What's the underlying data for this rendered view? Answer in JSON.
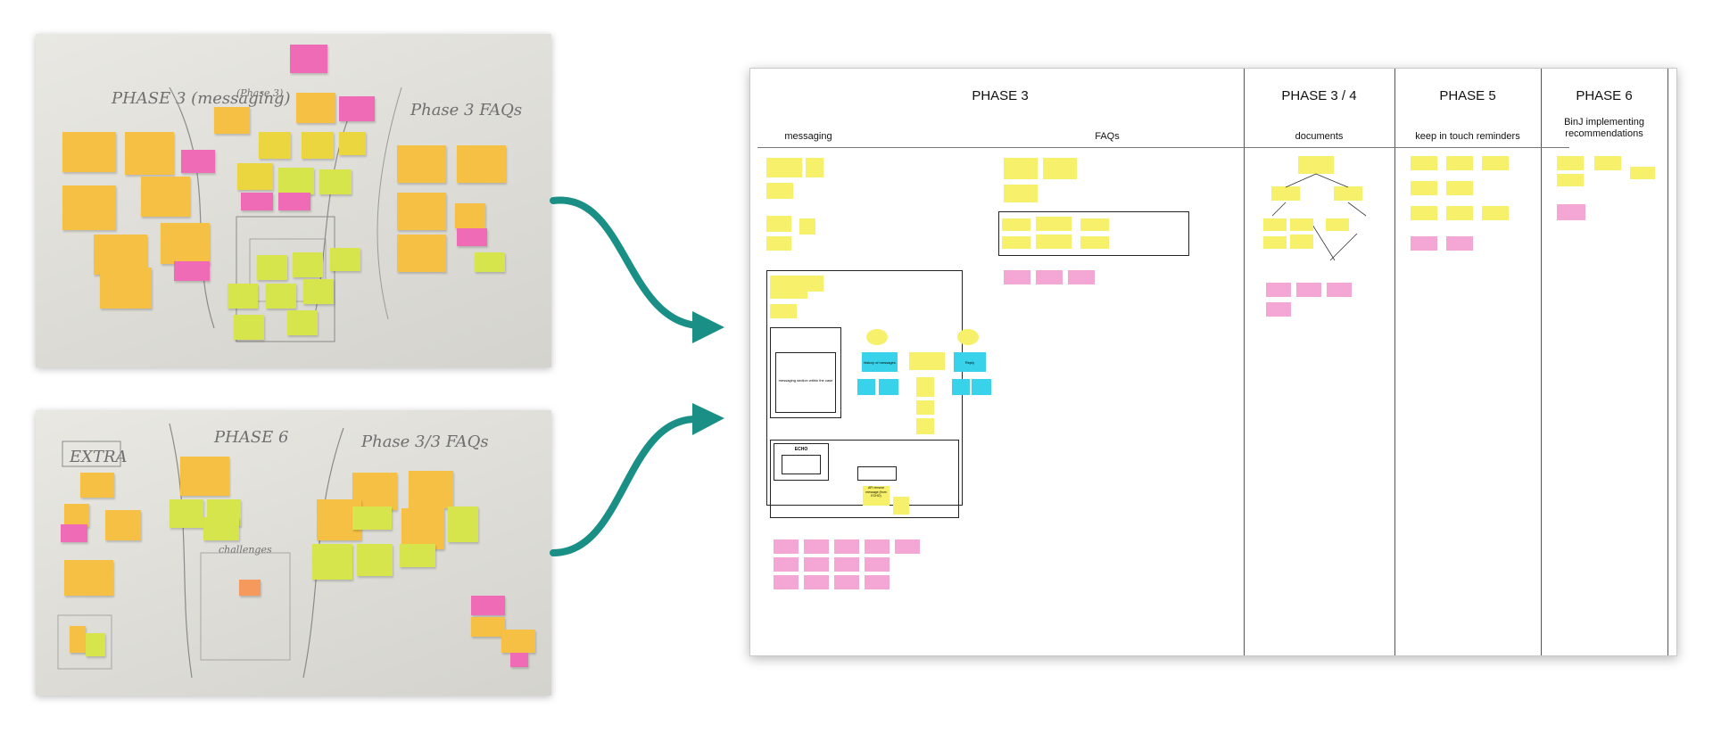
{
  "photos": {
    "top": {
      "handwritten": [
        "PHASE 3 (messaging)",
        "(Phase 3)",
        "Phase 3 FAQs"
      ]
    },
    "bottom": {
      "handwritten": [
        "EXTRA",
        "PHASE 6",
        "Phase 3/3 FAQs",
        "challenges"
      ]
    }
  },
  "board": {
    "columns": [
      {
        "phase": "PHASE 3",
        "subtitle": "messaging"
      },
      {
        "phase": "",
        "subtitle": "FAQs"
      },
      {
        "phase": "PHASE 3 / 4",
        "subtitle": "documents"
      },
      {
        "phase": "PHASE 5",
        "subtitle": "keep in touch reminders"
      },
      {
        "phase": "PHASE 6",
        "subtitle": "BinJ implementing recommendations"
      }
    ],
    "labels": {
      "echo": "ECHO",
      "history": "history of messages",
      "reply": "Reply",
      "messaging_section": "messaging section within the case",
      "ai_remove": "AFI remove message (from ECHO)"
    }
  },
  "colors": {
    "arrow": "#1a8f86",
    "sticky_orange": "#f6c045",
    "sticky_yellow": "#ecd640",
    "sticky_green": "#d7e54d",
    "sticky_pink": "#f06bb5",
    "note_yellow": "#f7f06b",
    "note_pink": "#f4a7d4",
    "note_cyan": "#38d3ea"
  }
}
